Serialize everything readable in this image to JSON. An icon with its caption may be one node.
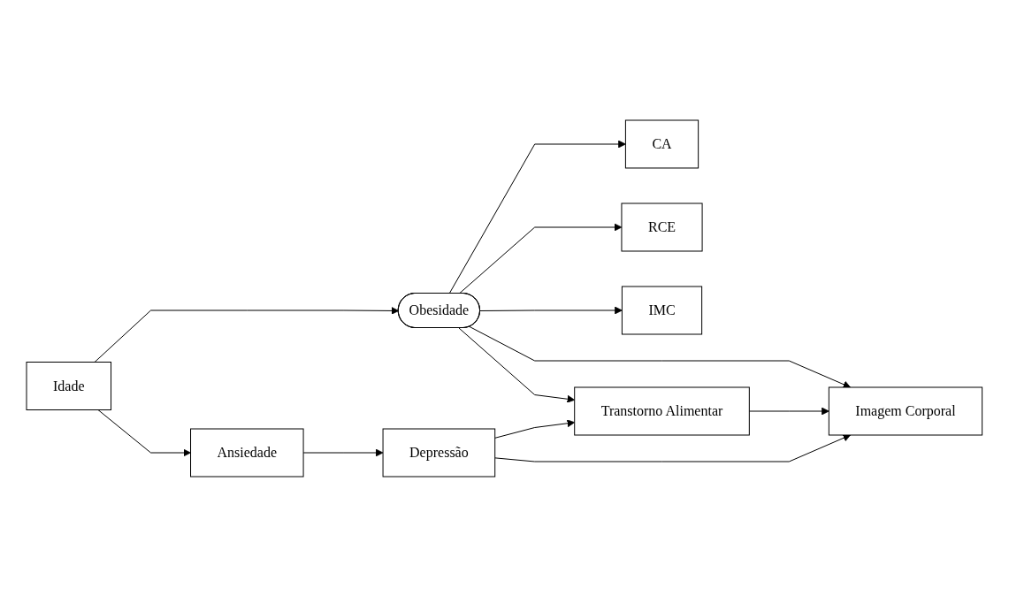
{
  "diagram": {
    "nodes": [
      {
        "text": [
          "CA"
        ]
      },
      {
        "text": [
          "RCE"
        ]
      },
      {
        "text": [
          "IMC"
        ]
      },
      {
        "text": [
          "Obesidade"
        ]
      },
      {
        "text": [
          "Idade"
        ]
      },
      {
        "text": [
          "Transtorno Alimentar"
        ]
      },
      {
        "text": [
          "Imagem Corporal"
        ]
      },
      {
        "text": [
          "Ansiedade"
        ]
      },
      {
        "text": [
          "Depressão"
        ]
      }
    ],
    "edges": [
      {
        "from": 3,
        "to": 0,
        "arrow": "to"
      },
      {
        "from": 3,
        "to": 1,
        "arrow": "to"
      },
      {
        "from": 3,
        "to": 2,
        "arrow": "to"
      },
      {
        "from": 4,
        "to": 3,
        "arrow": "to"
      },
      {
        "from": 3,
        "to": 5,
        "arrow": "to"
      },
      {
        "from": 3,
        "to": 6,
        "arrow": "to"
      },
      {
        "from": 5,
        "to": 6,
        "arrow": "to"
      },
      {
        "from": 4,
        "to": 7,
        "arrow": "to"
      },
      {
        "from": 7,
        "to": 8,
        "arrow": "to"
      },
      {
        "from": 8,
        "to": 5,
        "arrow": "to"
      },
      {
        "from": 8,
        "to": 6,
        "arrow": "to"
      }
    ]
  }
}
